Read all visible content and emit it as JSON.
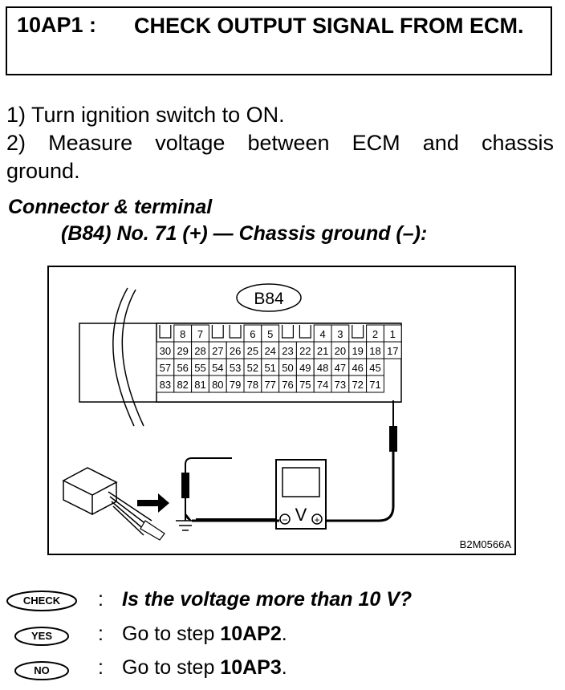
{
  "step": {
    "code": "10AP1 :",
    "title": "CHECK OUTPUT SIGNAL FROM ECM."
  },
  "instructions": {
    "line1": "1) Turn ignition switch to ON.",
    "line2": "2) Measure voltage between ECM and chassis",
    "line2b": "ground."
  },
  "connector": {
    "heading": "Connector & terminal",
    "terminal": "(B84) No. 71 (+) — Chassis ground (–):"
  },
  "figure": {
    "connector_label": "B84",
    "code": "B2M0566A",
    "top_pins": [
      "8",
      "7",
      "6",
      "5",
      "4",
      "3",
      "2",
      "1"
    ],
    "row1": [
      "30",
      "29",
      "28",
      "27",
      "26",
      "25",
      "24",
      "23",
      "22",
      "21",
      "20",
      "19",
      "18",
      "17"
    ],
    "row2": [
      "57",
      "56",
      "55",
      "54",
      "53",
      "52",
      "51",
      "50",
      "49",
      "48",
      "47",
      "46",
      "45"
    ],
    "row3": [
      "83",
      "82",
      "81",
      "80",
      "79",
      "78",
      "77",
      "76",
      "75",
      "74",
      "73",
      "72",
      "71"
    ],
    "meter_symbol": "V",
    "meter_neg": "−",
    "meter_pos": "+"
  },
  "check": {
    "badge": "CHECK",
    "question": "Is the voltage more than 10 V?",
    "yes_badge": "YES",
    "yes_prefix": "Go to step ",
    "yes_step": "10AP2",
    "yes_suffix": ".",
    "no_badge": "NO",
    "no_prefix": "Go to step ",
    "no_step": "10AP3",
    "no_suffix": ".",
    "colon": ":"
  }
}
